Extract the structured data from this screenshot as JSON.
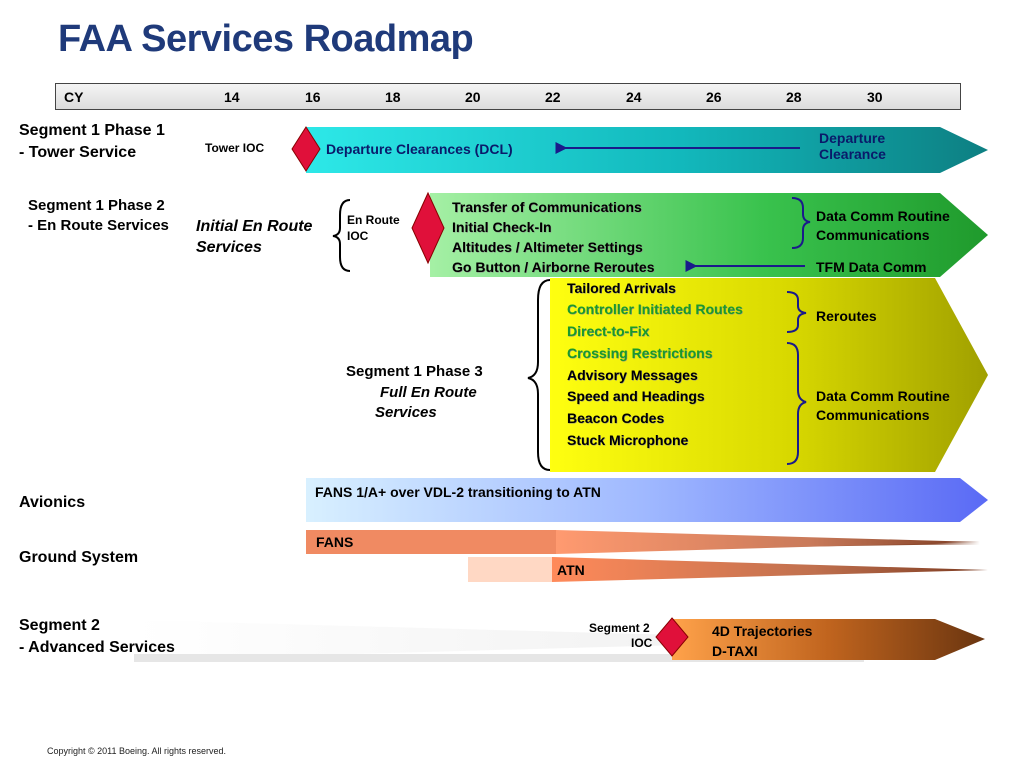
{
  "title": "FAA Services Roadmap",
  "timeline": {
    "label": "CY",
    "years": [
      "14",
      "16",
      "18",
      "20",
      "22",
      "24",
      "26",
      "28",
      "30"
    ]
  },
  "rows": {
    "seg1p1": {
      "label_line1": "Segment 1 Phase 1",
      "label_line2": "- Tower Service",
      "milestone": "Tower IOC",
      "bar_text": "Departure Clearances (DCL)",
      "end_label_line1": "Departure",
      "end_label_line2": "Clearance"
    },
    "seg1p2": {
      "label_line1": "Segment 1 Phase 2",
      "label_line2": "- En Route Services",
      "italic_line1": "Initial En Route",
      "italic_line2": "Services",
      "milestone_line1": "En Route",
      "milestone_line2": "IOC",
      "items": [
        "Transfer of Communications",
        "Initial Check-In",
        "Altitudes / Altimeter Settings",
        "Go Button / Airborne Reroutes"
      ],
      "group1_line1": "Data Comm Routine",
      "group1_line2": "Communications",
      "group2": "TFM Data Comm"
    },
    "seg1p3": {
      "label_line1": "Segment 1 Phase 3",
      "italic_line1": "Full En Route",
      "italic_line2": "Services",
      "items": [
        {
          "text": "Tailored Arrivals",
          "green": false
        },
        {
          "text": "Controller Initiated Routes",
          "green": true
        },
        {
          "text": "Direct-to-Fix",
          "green": true
        },
        {
          "text": "Crossing Restrictions",
          "green": true
        },
        {
          "text": "Advisory Messages",
          "green": false
        },
        {
          "text": "Speed and Headings",
          "green": false
        },
        {
          "text": "Beacon Codes",
          "green": false
        },
        {
          "text": "Stuck Microphone",
          "green": false
        }
      ],
      "group1": "Reroutes",
      "group2_line1": "Data Comm Routine",
      "group2_line2": "Communications"
    },
    "avionics": {
      "label": "Avionics",
      "bar_text": "FANS 1/A+ over VDL-2  transitioning to ATN"
    },
    "ground": {
      "label": "Ground System",
      "fans": "FANS",
      "atn": "ATN"
    },
    "seg2": {
      "label_line1": "Segment 2",
      "label_line2": "- Advanced Services",
      "milestone_line1": "Segment 2",
      "milestone_line2": "IOC",
      "line1": "4D Trajectories",
      "line2": "D-TAXI"
    }
  },
  "colors": {
    "title": "#1f3a7a",
    "diamond": "#e0103a",
    "seg1p1_bar": "#1ab5b5",
    "seg1p2_bar": "#2db84a",
    "seg1p3_bar": "#e8e800",
    "avionics_bar": "#6a7cf5",
    "ground_bar": "#f0805a",
    "seg2_bar": "#c0641e"
  },
  "copyright": "Copyright © 2011 Boeing. All rights reserved."
}
